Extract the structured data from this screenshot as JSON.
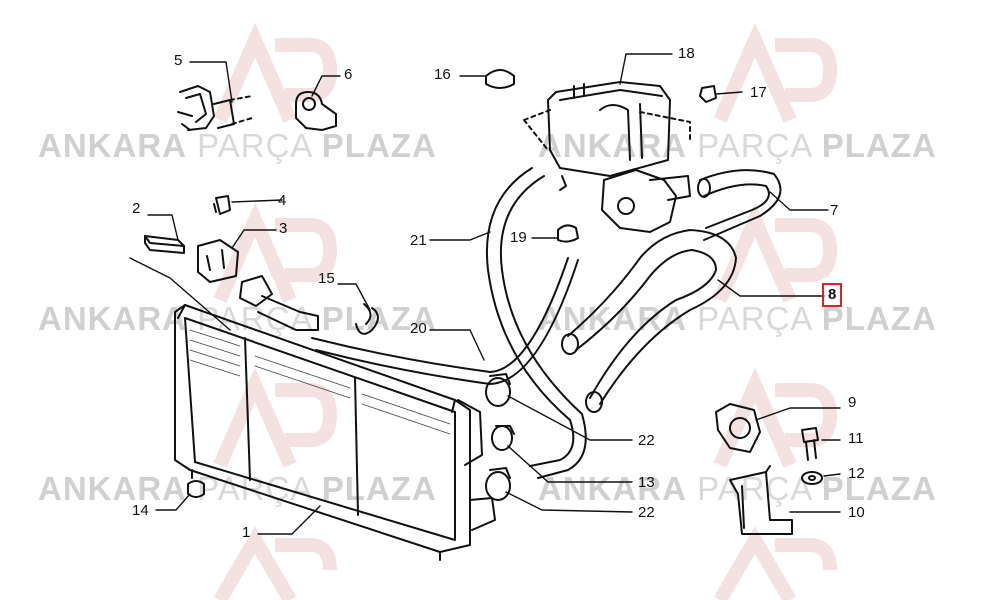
{
  "watermark": {
    "word1": "ANKARA",
    "word2": "PARÇA",
    "word3": "PLAZA",
    "logo_text": "AP"
  },
  "callouts": {
    "c1": "1",
    "c2": "2",
    "c3": "3",
    "c4": "4",
    "c5": "5",
    "c6": "6",
    "c7": "7",
    "c8": "8",
    "c9": "9",
    "c10": "10",
    "c11": "11",
    "c12": "12",
    "c13": "13",
    "c14": "14",
    "c15": "15",
    "c16": "16",
    "c17": "17",
    "c18": "18",
    "c19": "19",
    "c20": "20",
    "c21": "21",
    "c22a": "22",
    "c22b": "22"
  },
  "highlighted_callout": "8",
  "colors": {
    "highlight": "#d8232a",
    "watermark": "#d9d9d9",
    "line": "#111111"
  }
}
